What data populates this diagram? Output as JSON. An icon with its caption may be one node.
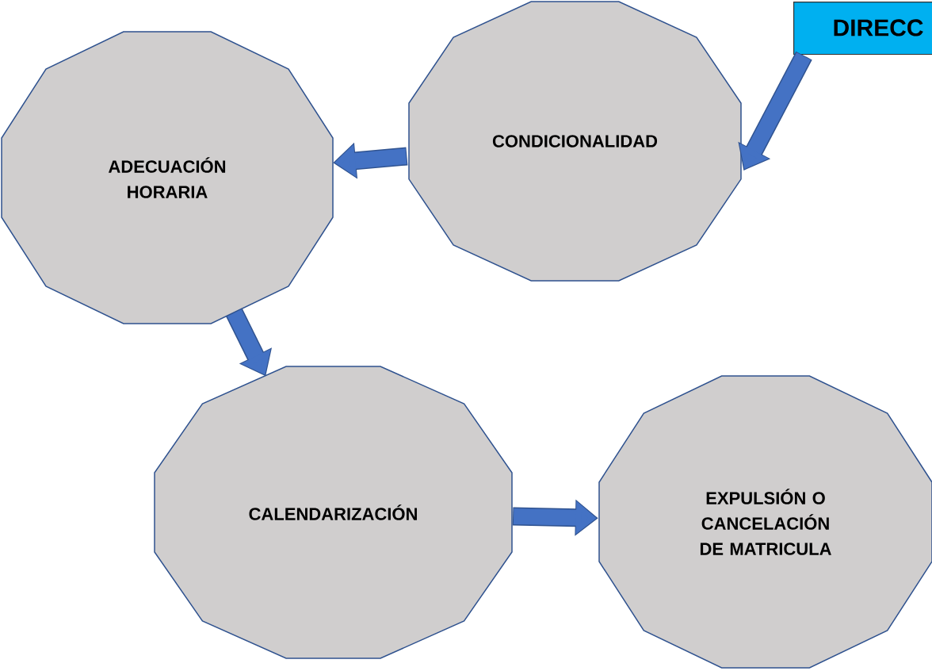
{
  "diagram": {
    "nodes": [
      {
        "text": [
          "DIRECC"
        ]
      },
      {
        "text": [
          "CONDICIONALIDAD"
        ]
      },
      {
        "text": [
          "ADECUACIÓN HORARIA"
        ]
      },
      {
        "text": [
          "CALENDARIZACIÓN"
        ]
      },
      {
        "text": [
          "EXPULSIÓN O CANCELACIÓN DE MATRICULA"
        ]
      }
    ],
    "edges": [
      {
        "from": 0,
        "to": 1,
        "arrow": "to"
      },
      {
        "from": 1,
        "to": 2,
        "arrow": "to"
      },
      {
        "from": 2,
        "to": 3,
        "arrow": "to"
      },
      {
        "from": 3,
        "to": 4,
        "arrow": "to"
      }
    ]
  }
}
